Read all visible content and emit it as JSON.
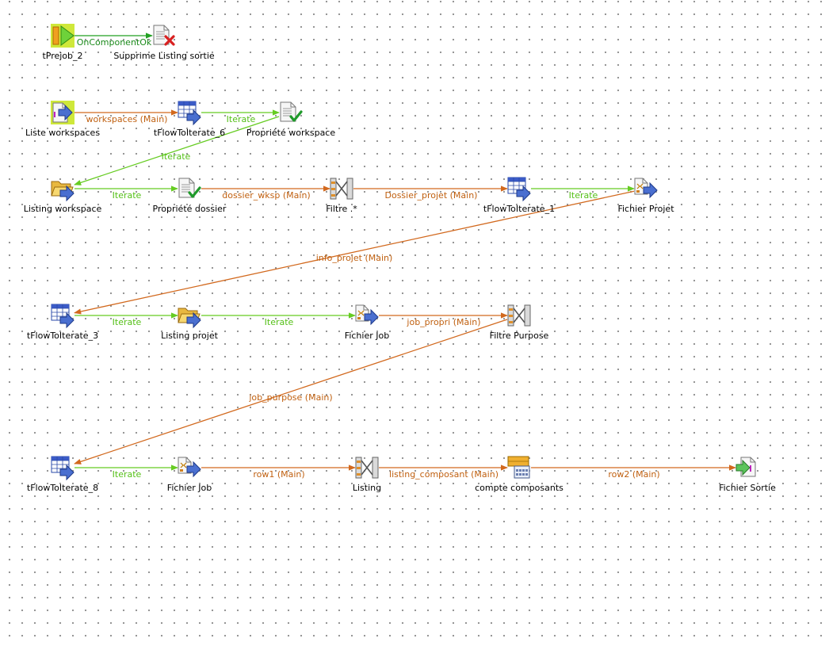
{
  "colors": {
    "main_link": "#d2691e",
    "iterate_link": "#66cc22",
    "component_ok_link": "#22a022"
  },
  "components": [
    {
      "id": "prejob",
      "label": "tPrejob_2",
      "icon": "prejob-icon"
    },
    {
      "id": "supprime",
      "label": "Supprime Listing sortie",
      "icon": "file-delete-icon"
    },
    {
      "id": "liste_ws",
      "label": "Liste workspaces",
      "icon": "file-input-icon"
    },
    {
      "id": "ffi6",
      "label": "tFlowToIterate_6",
      "icon": "flow-to-iterate-icon"
    },
    {
      "id": "prop_ws",
      "label": "Propriété workspace",
      "icon": "file-properties-icon"
    },
    {
      "id": "listing_ws",
      "label": "Listing workspace",
      "icon": "folder-list-icon"
    },
    {
      "id": "prop_dossier",
      "label": "Propriété dossier",
      "icon": "file-properties-icon"
    },
    {
      "id": "filtre",
      "label": "Filtre .*",
      "icon": "filter-icon"
    },
    {
      "id": "ffi1",
      "label": "tFlowToIterate_1",
      "icon": "flow-to-iterate-icon"
    },
    {
      "id": "fichier_projet",
      "label": "Fichier Projet",
      "icon": "xml-input-icon"
    },
    {
      "id": "ffi3",
      "label": "tFlowToIterate_3",
      "icon": "flow-to-iterate-icon"
    },
    {
      "id": "listing_projet",
      "label": "Listing projet",
      "icon": "folder-list-icon"
    },
    {
      "id": "fichier_job1",
      "label": "Fichier Job",
      "icon": "xml-input-icon"
    },
    {
      "id": "filtre_purpose",
      "label": "Filtre Purpose",
      "icon": "filter-icon"
    },
    {
      "id": "ffi8",
      "label": "tFlowToIterate_8",
      "icon": "flow-to-iterate-icon"
    },
    {
      "id": "fichier_job2",
      "label": "Fichier Job",
      "icon": "xml-input-icon"
    },
    {
      "id": "listing",
      "label": "Listing",
      "icon": "filter-icon"
    },
    {
      "id": "compte",
      "label": "compte composants",
      "icon": "aggregate-icon"
    },
    {
      "id": "fichier_sortie",
      "label": "Fichier Sortie",
      "icon": "file-output-icon"
    }
  ],
  "links": [
    {
      "from": "prejob",
      "to": "supprime",
      "kind": "ok",
      "label": "OnComponentOk"
    },
    {
      "from": "liste_ws",
      "to": "ffi6",
      "kind": "main",
      "label": "workspaces (Main)"
    },
    {
      "from": "ffi6",
      "to": "prop_ws",
      "kind": "iterate",
      "label": "Iterate"
    },
    {
      "from": "prop_ws",
      "to": "listing_ws",
      "kind": "iterate",
      "label": "Iterate"
    },
    {
      "from": "listing_ws",
      "to": "prop_dossier",
      "kind": "iterate",
      "label": "Iterate"
    },
    {
      "from": "prop_dossier",
      "to": "filtre",
      "kind": "main",
      "label": "dossier_wksp (Main)"
    },
    {
      "from": "filtre",
      "to": "ffi1",
      "kind": "main",
      "label": "Dossier_projet (Main)"
    },
    {
      "from": "ffi1",
      "to": "fichier_projet",
      "kind": "iterate",
      "label": "Iterate"
    },
    {
      "from": "fichier_projet",
      "to": "ffi3",
      "kind": "main",
      "label": "info_projet (Main)"
    },
    {
      "from": "ffi3",
      "to": "listing_projet",
      "kind": "iterate",
      "label": "Iterate"
    },
    {
      "from": "listing_projet",
      "to": "fichier_job1",
      "kind": "iterate",
      "label": "Iterate"
    },
    {
      "from": "fichier_job1",
      "to": "filtre_purpose",
      "kind": "main",
      "label": "job_propri (Main)"
    },
    {
      "from": "filtre_purpose",
      "to": "ffi8",
      "kind": "main",
      "label": "job_purpose (Main)"
    },
    {
      "from": "ffi8",
      "to": "fichier_job2",
      "kind": "iterate",
      "label": "Iterate"
    },
    {
      "from": "fichier_job2",
      "to": "listing",
      "kind": "main",
      "label": "row1 (Main)"
    },
    {
      "from": "listing",
      "to": "compte",
      "kind": "main",
      "label": "listing_composant (Main)"
    },
    {
      "from": "compte",
      "to": "fichier_sortie",
      "kind": "main",
      "label": "row2 (Main)"
    }
  ]
}
